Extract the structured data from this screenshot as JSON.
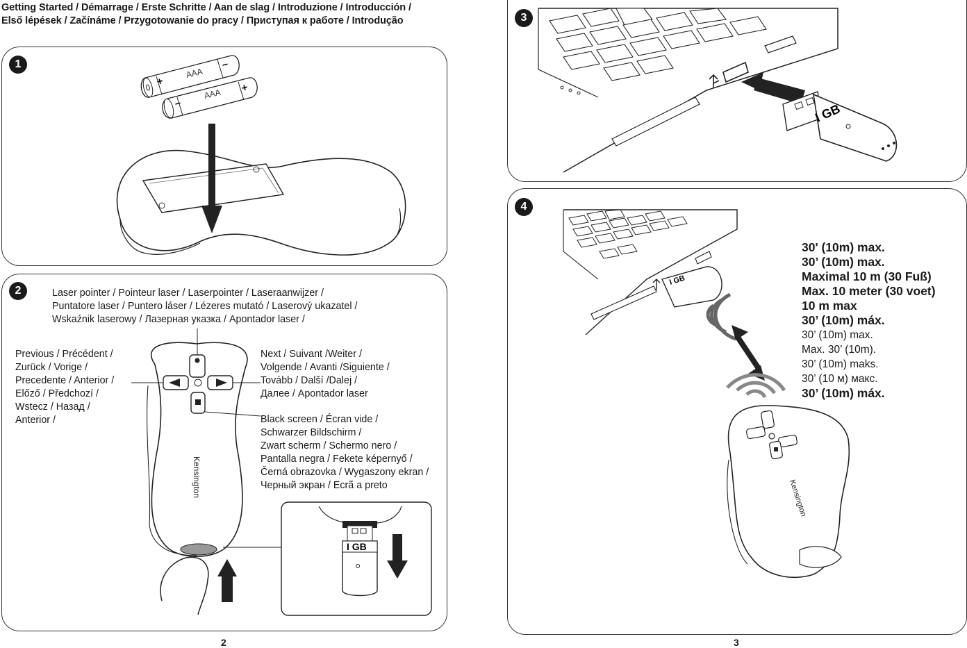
{
  "header": {
    "line1": "Getting Started / Démarrage / Erste Schritte / Aan de slag / Introduzione / Introducción /",
    "line2": "Első lépések / Začínáme / Przygotowanie do pracy / Приступая к работе / Introdução"
  },
  "steps": [
    "1",
    "2",
    "3",
    "4"
  ],
  "step1": {
    "battery_label_1": "AAA",
    "battery_label_2": "AAA",
    "plus": "+",
    "minus": "–"
  },
  "step2": {
    "laser_label": "Laser pointer / Pointeur laser / Laserpointer / Laseraanwijzer /\nPuntatore laser / Puntero láser / Lézeres mutató / Laserový ukazatel /\nWskaźnik laserowy / Лазерная указка / Apontador laser /",
    "previous_label": "Previous / Précédent /\nZurück / Vorige /\nPrecedente / Anterior /\nElőző / Předchozí /\nWstecz / Назад /\nAnterior /",
    "next_label": "Next / Suivant /Weiter /\nVolgende / Avanti /Siguiente /\nTovább / Další /Dalej /\nДалее / Apontador laser",
    "black_screen_label": "Black screen / Écran vide /\nSchwarzer Bildschirm /\nZwart scherm / Schermo nero /\nPantalla negra / Fekete képernyő /\nČerná obrazovka / Wygaszony ekran /\nЧерный экран / Ecrã a preto",
    "brand": "Kensington",
    "receiver_label": "I GB"
  },
  "step3": {
    "receiver_label": "I GB"
  },
  "step4": {
    "receiver_label": "I GB",
    "brand": "Kensington",
    "range_lines": [
      {
        "text": "30' (10m) max.",
        "bold": true
      },
      {
        "text": "30’ (10m) max.",
        "bold": true
      },
      {
        "text": "Maximal 10 m (30 Fuß)",
        "bold": true
      },
      {
        "text": "Max. 10 meter (30 voet)",
        "bold": true
      },
      {
        "text": "10 m max",
        "bold": true
      },
      {
        "text": "30’ (10m) máx.",
        "bold": true
      },
      {
        "text": "30’ (10m) max.",
        "bold": false
      },
      {
        "text": "Max. 30’ (10m).",
        "bold": false
      },
      {
        "text": "30’ (10m) maks.",
        "bold": false
      },
      {
        "text": "30’ (10 м) макс.",
        "bold": false
      },
      {
        "text": "30’ (10m) máx.",
        "bold": true
      }
    ]
  },
  "page_numbers": {
    "left": "2",
    "right": "3"
  }
}
